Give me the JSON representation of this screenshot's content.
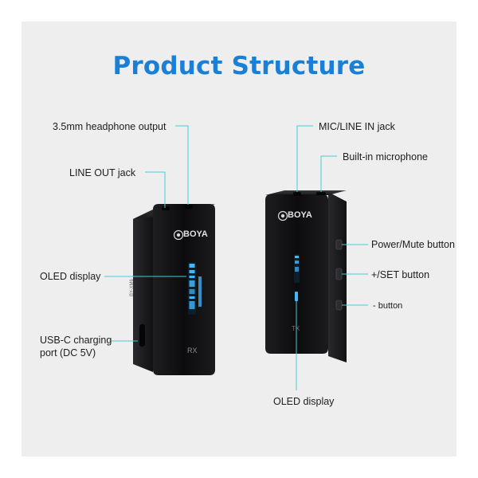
{
  "title": "Product Structure",
  "brand": "BOYA",
  "devices": {
    "rx": {
      "label": "RX",
      "side_text": "BY-XM6"
    },
    "tx": {
      "label": "TX"
    }
  },
  "callouts": {
    "headphone_output": "3.5mm headphone output",
    "line_out": "LINE OUT jack",
    "oled_rx": "OLED display",
    "usbc_line1": "USB-C charging",
    "usbc_line2": "port (DC 5V)",
    "mic_line_in": "MIC/LINE IN jack",
    "builtin_mic": "Built-in microphone",
    "power_mute": "Power/Mute button",
    "plus_set": "+/SET button",
    "minus": "- button",
    "oled_tx": "OLED display"
  },
  "colors": {
    "title": "#1a7fd6",
    "leader": "#4cc9d9",
    "device_body": "#141416",
    "oled_glow": "#3fb8ff"
  }
}
